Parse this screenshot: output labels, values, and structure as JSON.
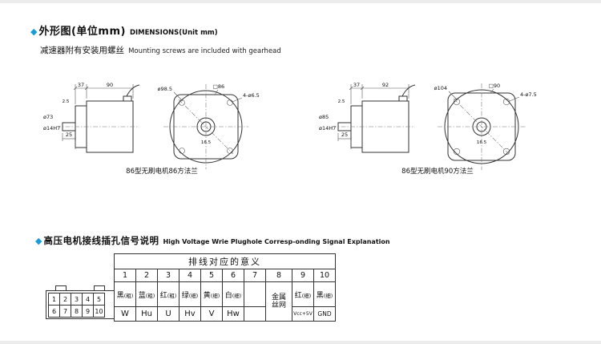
{
  "colors": {
    "accent_blue": "#1b9cd9",
    "line_ink": "#333333"
  },
  "section1": {
    "bullet": "◆",
    "title_cn": "外形图(单位mm)",
    "title_en": "DIMENSIONS(Unit mm)",
    "subtitle_cn": "减速器附有安装用螺丝",
    "subtitle_en": "Mounting screws are included with gearhead"
  },
  "drawings": {
    "left": {
      "d_top1": "37",
      "d_top2": "90",
      "d_step": "2.5",
      "d_pilot": "ø73",
      "d_shaft": "ø14H7",
      "d_len": "25",
      "d_body": "ø98.5",
      "d_square": "□86",
      "d_holes": "4-ø6.5",
      "d_inner": "16.5",
      "caption": "86型无刷电机86方法兰"
    },
    "right": {
      "d_top1": "37",
      "d_top2": "92",
      "d_step": "2.5",
      "d_pilot": "ø85",
      "d_shaft": "ø14H7",
      "d_len": "25",
      "d_body": "ø104",
      "d_square": "□90",
      "d_holes": "4-ø7.5",
      "d_inner": "16.5",
      "caption": "86型无刷电机90方法兰"
    }
  },
  "section2": {
    "bullet": "◆",
    "title_cn": "高压电机接线插孔信号说明",
    "title_en": "High Voltage Wrie Plughole Corresp-onding Signal Explanation"
  },
  "connector": {
    "pins_top": [
      "1",
      "2",
      "3",
      "4",
      "5"
    ],
    "pins_bottom": [
      "6",
      "7",
      "8",
      "9",
      "10"
    ]
  },
  "table": {
    "title": "排线对应的意义",
    "numbers": [
      "1",
      "2",
      "3",
      "4",
      "5",
      "6",
      "7",
      "8",
      "9",
      "10"
    ],
    "colors": [
      {
        "name": "黑",
        "tag": "(粗)"
      },
      {
        "name": "蓝",
        "tag": "(粗)"
      },
      {
        "name": "红",
        "tag": "(粗)"
      },
      {
        "name": "绿",
        "tag": "(细)"
      },
      {
        "name": "黄",
        "tag": "(细)"
      },
      {
        "name": "白",
        "tag": "(细)"
      },
      {
        "name": "",
        "tag": ""
      },
      {
        "name": "金属丝网",
        "tag": ""
      },
      {
        "name": "红",
        "tag": "(细)"
      },
      {
        "name": "黑",
        "tag": "(细)"
      }
    ],
    "signals": [
      "W",
      "Hu",
      "U",
      "Hv",
      "V",
      "Hw",
      "",
      "",
      "Vcc+5V",
      "GND"
    ]
  }
}
